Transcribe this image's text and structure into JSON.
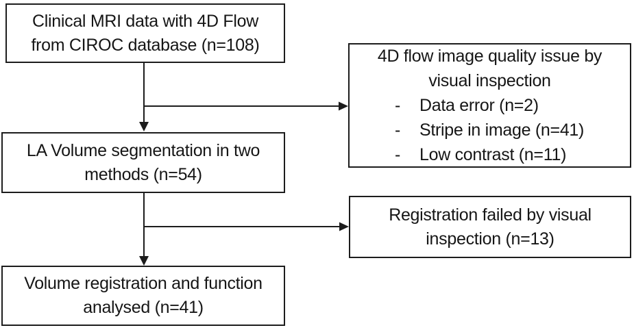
{
  "figure": {
    "type": "flowchart",
    "colors": {
      "border": "#1c1c1c",
      "arrow": "#1c1c1c",
      "text": "#161616",
      "background": "#ffffff"
    },
    "boxes": {
      "source": {
        "lines": [
          "Clinical MRI data with 4D Flow",
          "from CIROC database (n=108)"
        ]
      },
      "exclusion_quality": {
        "title_lines": [
          "4D flow image quality issue by",
          "visual inspection"
        ],
        "bullet_char": "-",
        "items": [
          "Data error (n=2)",
          "Stripe in image (n=41)",
          "Low contrast (n=11)"
        ]
      },
      "segmentation": {
        "lines": [
          "LA Volume segmentation in two",
          "methods (n=54)"
        ]
      },
      "exclusion_registration": {
        "lines": [
          "Registration failed by visual",
          "inspection (n=13)"
        ]
      },
      "analysed": {
        "lines": [
          "Volume registration and function",
          "analysed (n=41)"
        ]
      }
    }
  }
}
